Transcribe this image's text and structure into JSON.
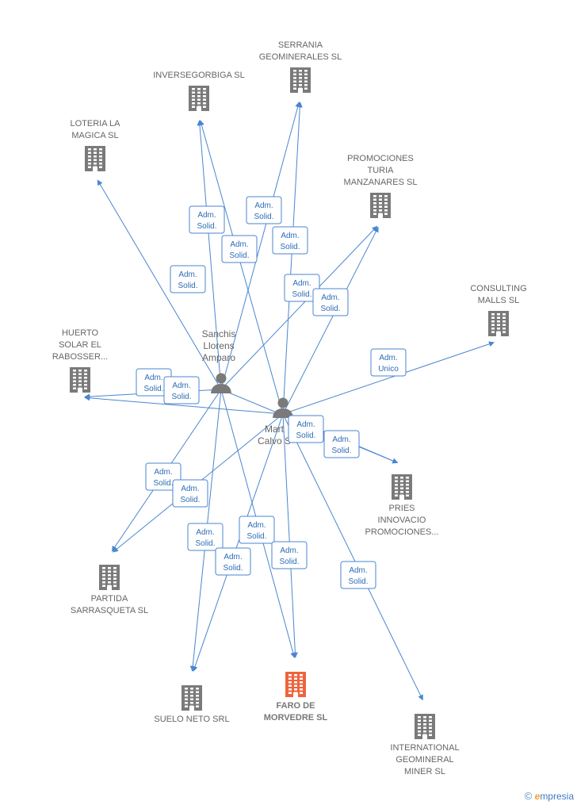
{
  "colors": {
    "edge": "#4a86d0",
    "building": "#7a7a7a",
    "building_main": "#f0643c",
    "person": "#7a7a7a",
    "label_border": "#4a86d0"
  },
  "companies": [
    {
      "id": "serrania",
      "lines": [
        "SERRANIA",
        "GEOMINERALES SL"
      ],
      "icon": "building-icon"
    },
    {
      "id": "inversegorbiga",
      "lines": [
        "INVERSEGORBIGA SL"
      ],
      "icon": "building-icon"
    },
    {
      "id": "loteria",
      "lines": [
        "LOTERIA LA",
        "MAGICA SL"
      ],
      "icon": "building-icon"
    },
    {
      "id": "promociones_turia",
      "lines": [
        "PROMOCIONES",
        "TURIA",
        "MANZANARES SL"
      ],
      "icon": "building-icon"
    },
    {
      "id": "consulting",
      "lines": [
        "CONSULTING",
        "MALLS SL"
      ],
      "icon": "building-icon"
    },
    {
      "id": "huerto",
      "lines": [
        "HUERTO",
        "SOLAR EL",
        "RABOSSER..."
      ],
      "icon": "building-icon"
    },
    {
      "id": "pries",
      "lines": [
        "PRIES",
        "INNOVACIO",
        "PROMOCIONES..."
      ],
      "icon": "building-icon"
    },
    {
      "id": "partida",
      "lines": [
        "PARTIDA",
        "SARRASQUETA SL"
      ],
      "icon": "building-icon"
    },
    {
      "id": "suelo",
      "lines": [
        "SUELO NETO SRL"
      ],
      "icon": "building-icon"
    },
    {
      "id": "faro",
      "lines": [
        "FARO DE",
        "MORVEDRE SL"
      ],
      "icon": "building-icon",
      "main": true
    },
    {
      "id": "international",
      "lines": [
        "INTERNATIONAL",
        "GEOMINERAL",
        "MINER SL"
      ],
      "icon": "building-icon"
    }
  ],
  "persons": [
    {
      "id": "sanchis",
      "lines": [
        "Sanchis",
        "Llorens",
        "Amparo"
      ],
      "icon": "person-icon"
    },
    {
      "id": "martin",
      "lines": [
        "Mart",
        "Calvo S"
      ],
      "icon": "person-icon"
    }
  ],
  "edge_labels": [
    {
      "id": "e1",
      "lines": [
        "Adm.",
        "Solid."
      ]
    },
    {
      "id": "e2",
      "lines": [
        "Adm.",
        "Solid."
      ]
    },
    {
      "id": "e3",
      "lines": [
        "Adm.",
        "Solid."
      ]
    },
    {
      "id": "e4",
      "lines": [
        "Adm.",
        "Solid."
      ]
    },
    {
      "id": "e5",
      "lines": [
        "Adm.",
        "Solid."
      ]
    },
    {
      "id": "e6",
      "lines": [
        "Adm.",
        "Solid."
      ]
    },
    {
      "id": "e7",
      "lines": [
        "Adm.",
        "Solid."
      ]
    },
    {
      "id": "e8",
      "lines": [
        "Adm.",
        "Unico"
      ]
    },
    {
      "id": "e9",
      "lines": [
        "Adm.",
        "Solid."
      ]
    },
    {
      "id": "e10",
      "lines": [
        "Adm.",
        "Solid."
      ]
    },
    {
      "id": "e11",
      "lines": [
        "Adm.",
        "Solid."
      ]
    },
    {
      "id": "e12",
      "lines": [
        "Adm.",
        "Solid."
      ]
    },
    {
      "id": "e13",
      "lines": [
        "Adm.",
        "Solid."
      ]
    },
    {
      "id": "e14",
      "lines": [
        "Adm.",
        "Solid."
      ]
    },
    {
      "id": "e15",
      "lines": [
        "Adm.",
        "Solid."
      ]
    },
    {
      "id": "e16",
      "lines": [
        "Adm.",
        "Solid."
      ]
    },
    {
      "id": "e17",
      "lines": [
        "Adm.",
        "Solid."
      ]
    },
    {
      "id": "e18",
      "lines": [
        "Adm.",
        "Solid."
      ]
    },
    {
      "id": "e19",
      "lines": [
        "Adm.",
        "Solid."
      ]
    },
    {
      "id": "e20",
      "lines": [
        "Adm.",
        "Solid."
      ]
    },
    {
      "id": "e21",
      "lines": [
        "Adm.",
        "Solid."
      ]
    }
  ],
  "footer": {
    "copyright": "©",
    "brand_e": "e",
    "brand_rest": "mpresia"
  }
}
